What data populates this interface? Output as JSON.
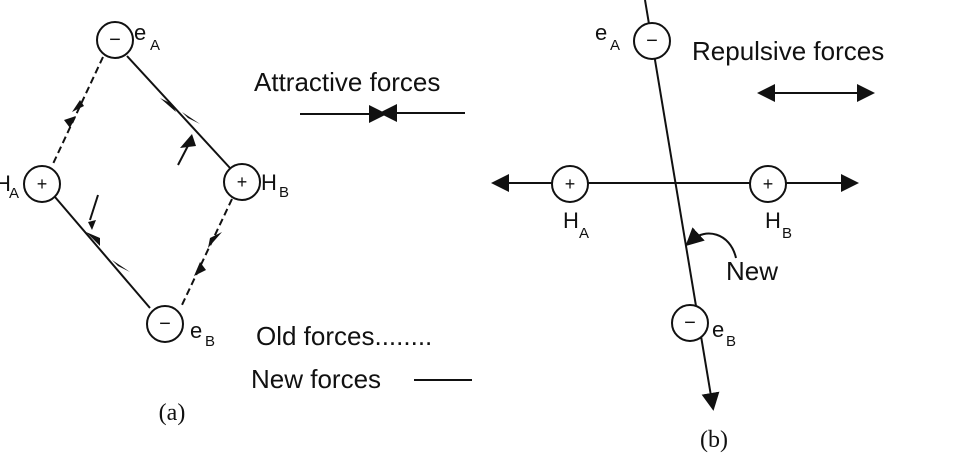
{
  "panel_a": {
    "caption": "(a)",
    "labels": {
      "eA": "e",
      "eA_sub": "A",
      "eB": "e",
      "eB_sub": "B",
      "HA": "H",
      "HA_sub": "A",
      "HB": "H",
      "HB_sub": "B"
    },
    "charges": {
      "electron": "−",
      "proton": "+"
    }
  },
  "legend": {
    "attractive": "Attractive forces",
    "old": "Old forces........",
    "new": "New forces"
  },
  "panel_b": {
    "caption": "(b)",
    "repulsive": "Repulsive forces",
    "new_label": "New",
    "labels": {
      "eA": "e",
      "eA_sub": "A",
      "eB": "e",
      "eB_sub": "B",
      "HA": "H",
      "HA_sub": "A",
      "HB": "H",
      "HB_sub": "B"
    }
  }
}
